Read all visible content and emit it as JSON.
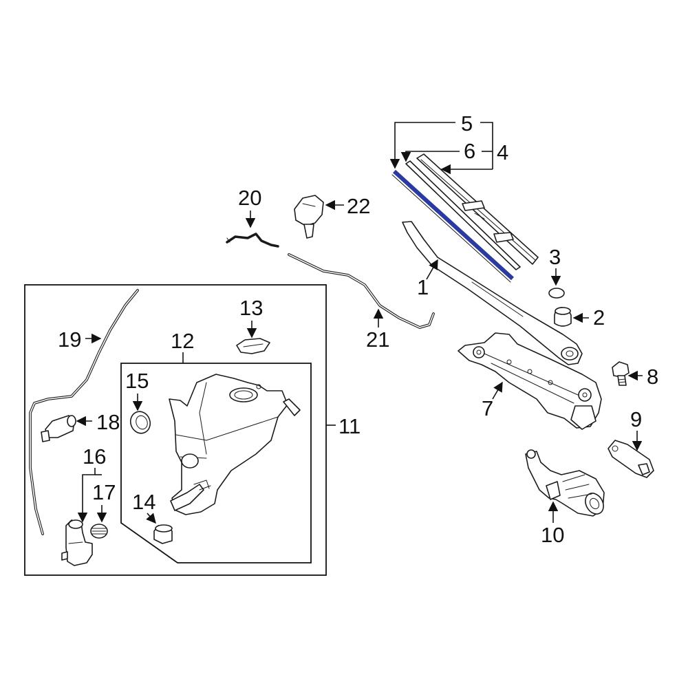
{
  "diagram": {
    "highlight_color": "#2b3aa0",
    "line_color": "#1a1a1a",
    "callouts": {
      "c1": "1",
      "c2": "2",
      "c3": "3",
      "c4": "4",
      "c5": "5",
      "c6": "6",
      "c7": "7",
      "c8": "8",
      "c9": "9",
      "c10": "10",
      "c11": "11",
      "c12": "12",
      "c13": "13",
      "c14": "14",
      "c15": "15",
      "c16": "16",
      "c17": "17",
      "c18": "18",
      "c19": "19",
      "c20": "20",
      "c21": "21",
      "c22": "22"
    },
    "parts": {
      "p1": "wiper-arm",
      "p2": "pivot-cap",
      "p3": "washer",
      "p4": "wiper-blade-assembly",
      "p5": "wiper-refill-insert",
      "p6": "blade-spring-strip",
      "p7": "wiper-linkage",
      "p8": "mounting-bolt",
      "p9": "motor-bracket",
      "p10": "wiper-motor",
      "p11": "washer-system-group",
      "p12": "washer-reservoir",
      "p13": "filler-cap",
      "p14": "grommet",
      "p15": "seal-ring",
      "p16": "washer-pump",
      "p17": "pump-filter",
      "p18": "check-valve",
      "p19": "washer-hose",
      "p20": "hose-clip",
      "p21": "washer-hose-front",
      "p22": "washer-nozzle"
    }
  }
}
